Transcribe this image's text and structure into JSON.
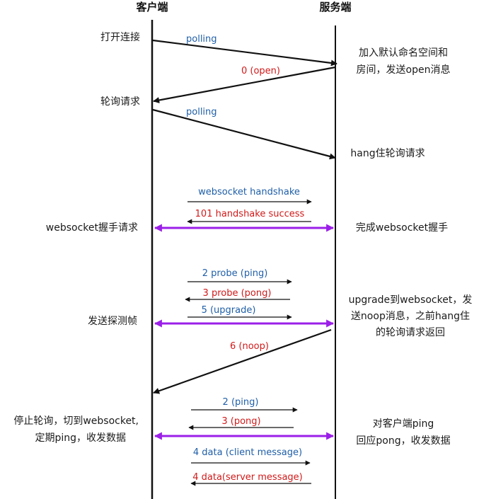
{
  "headers": {
    "client": "客户端",
    "server": "服务端"
  },
  "colors": {
    "blue": "#1f5fa8",
    "red": "#d11a1a",
    "purple": "#9b1fe8",
    "line": "#111111"
  },
  "steps": {
    "open_conn": "打开连接",
    "polling1": "polling",
    "join_ns_1": "加入默认命名空间和",
    "join_ns_2": "房间，发送open消息",
    "open_msg": "0 (open)",
    "poll_req": "轮询请求",
    "polling2": "polling",
    "hang_poll": "hang住轮询请求",
    "ws_handshake": "websocket handshake",
    "hs_success": "101 handshake success",
    "ws_handshake_req": "websocket握手请求",
    "ws_handshake_done": "完成websocket握手",
    "probe_ping": "2 probe (ping)",
    "probe_pong": "3 probe (pong)",
    "upgrade": "5 (upgrade)",
    "send_probe": "发送探测帧",
    "upgrade_desc_1": "upgrade到websocket，发",
    "upgrade_desc_2": "送noop消息，之前hang住",
    "upgrade_desc_3": "的轮询请求返回",
    "noop": "6 (noop)",
    "ping": "2 (ping)",
    "pong": "3 (pong)",
    "stop_poll_1": "停止轮询，切到websocket,",
    "stop_poll_2": "定期ping，收发数据",
    "reply_1": "对客户端ping",
    "reply_2": "回应pong，收发数据",
    "data_client": "4 data (client message)",
    "data_server": "4 data(server message)"
  }
}
